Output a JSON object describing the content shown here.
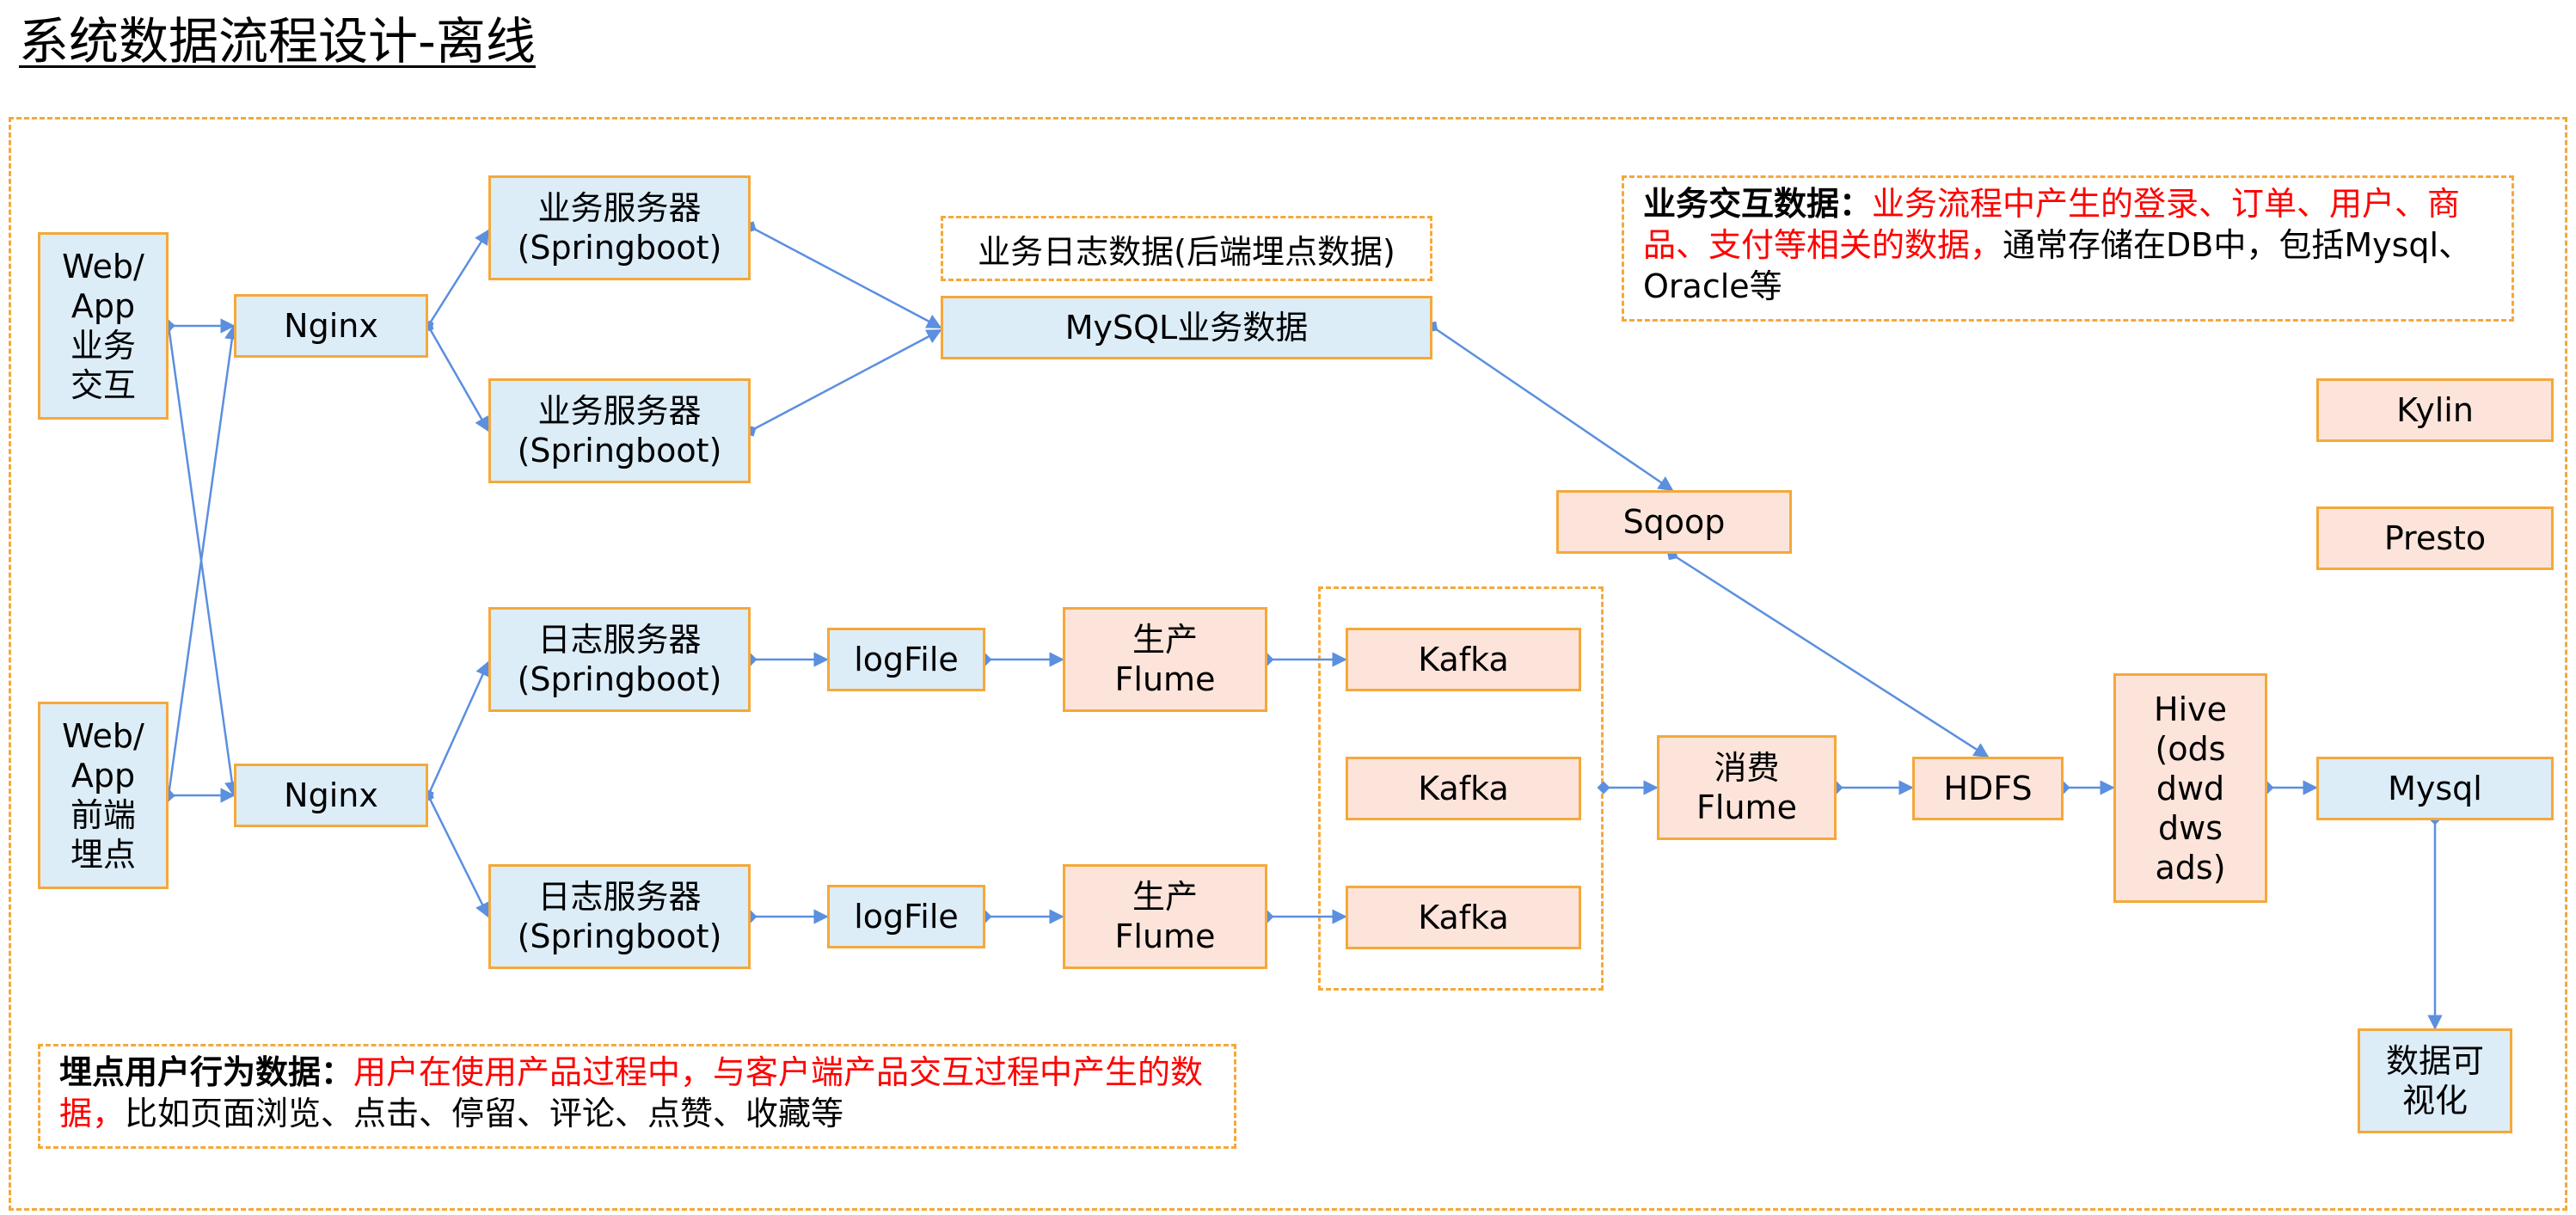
{
  "title": "系统数据流程设计-离线",
  "colors": {
    "border": "#f5a83a",
    "blue_fill": "#dcedf8",
    "pink_fill": "#fde4db",
    "arrow": "#5b8fdf",
    "highlight": "#ff0000"
  },
  "nodes": {
    "web_app_business": "Web/\nApp\n业务\n交互",
    "web_app_tracking": "Web/\nApp\n前端\n埋点",
    "nginx_1": "Nginx",
    "nginx_2": "Nginx",
    "biz_server_1": "业务服务器\n(Springboot)",
    "biz_server_2": "业务服务器\n(Springboot)",
    "log_server_1": "日志服务器\n(Springboot)",
    "log_server_2": "日志服务器\n(Springboot)",
    "biz_log_label": "业务日志数据(后端埋点数据)",
    "mysql_biz": "MySQL业务数据",
    "logfile_1": "logFile",
    "logfile_2": "logFile",
    "flume_produce_1": "生产\nFlume",
    "flume_produce_2": "生产\nFlume",
    "kafka_1": "Kafka",
    "kafka_2": "Kafka",
    "kafka_3": "Kafka",
    "sqoop": "Sqoop",
    "flume_consume": "消费\nFlume",
    "hdfs": "HDFS",
    "hive": "Hive\n(ods\ndwd\ndws\nads)",
    "mysql": "Mysql",
    "kylin": "Kylin",
    "presto": "Presto",
    "visualization": "数据可\n视化"
  },
  "notes": {
    "business": {
      "bold": "业务交互数据：",
      "red": "业务流程中产生的登录、订单、用户、商品、支付等相关的数据，",
      "normal": "通常存储在DB中，包括Mysql、Oracle等"
    },
    "tracking": {
      "bold": "埋点用户行为数据：",
      "red": "用户在使用产品过程中，与客户端产品交互过程中产生的数据，",
      "normal": "比如页面浏览、点击、停留、评论、点赞、收藏等"
    }
  }
}
